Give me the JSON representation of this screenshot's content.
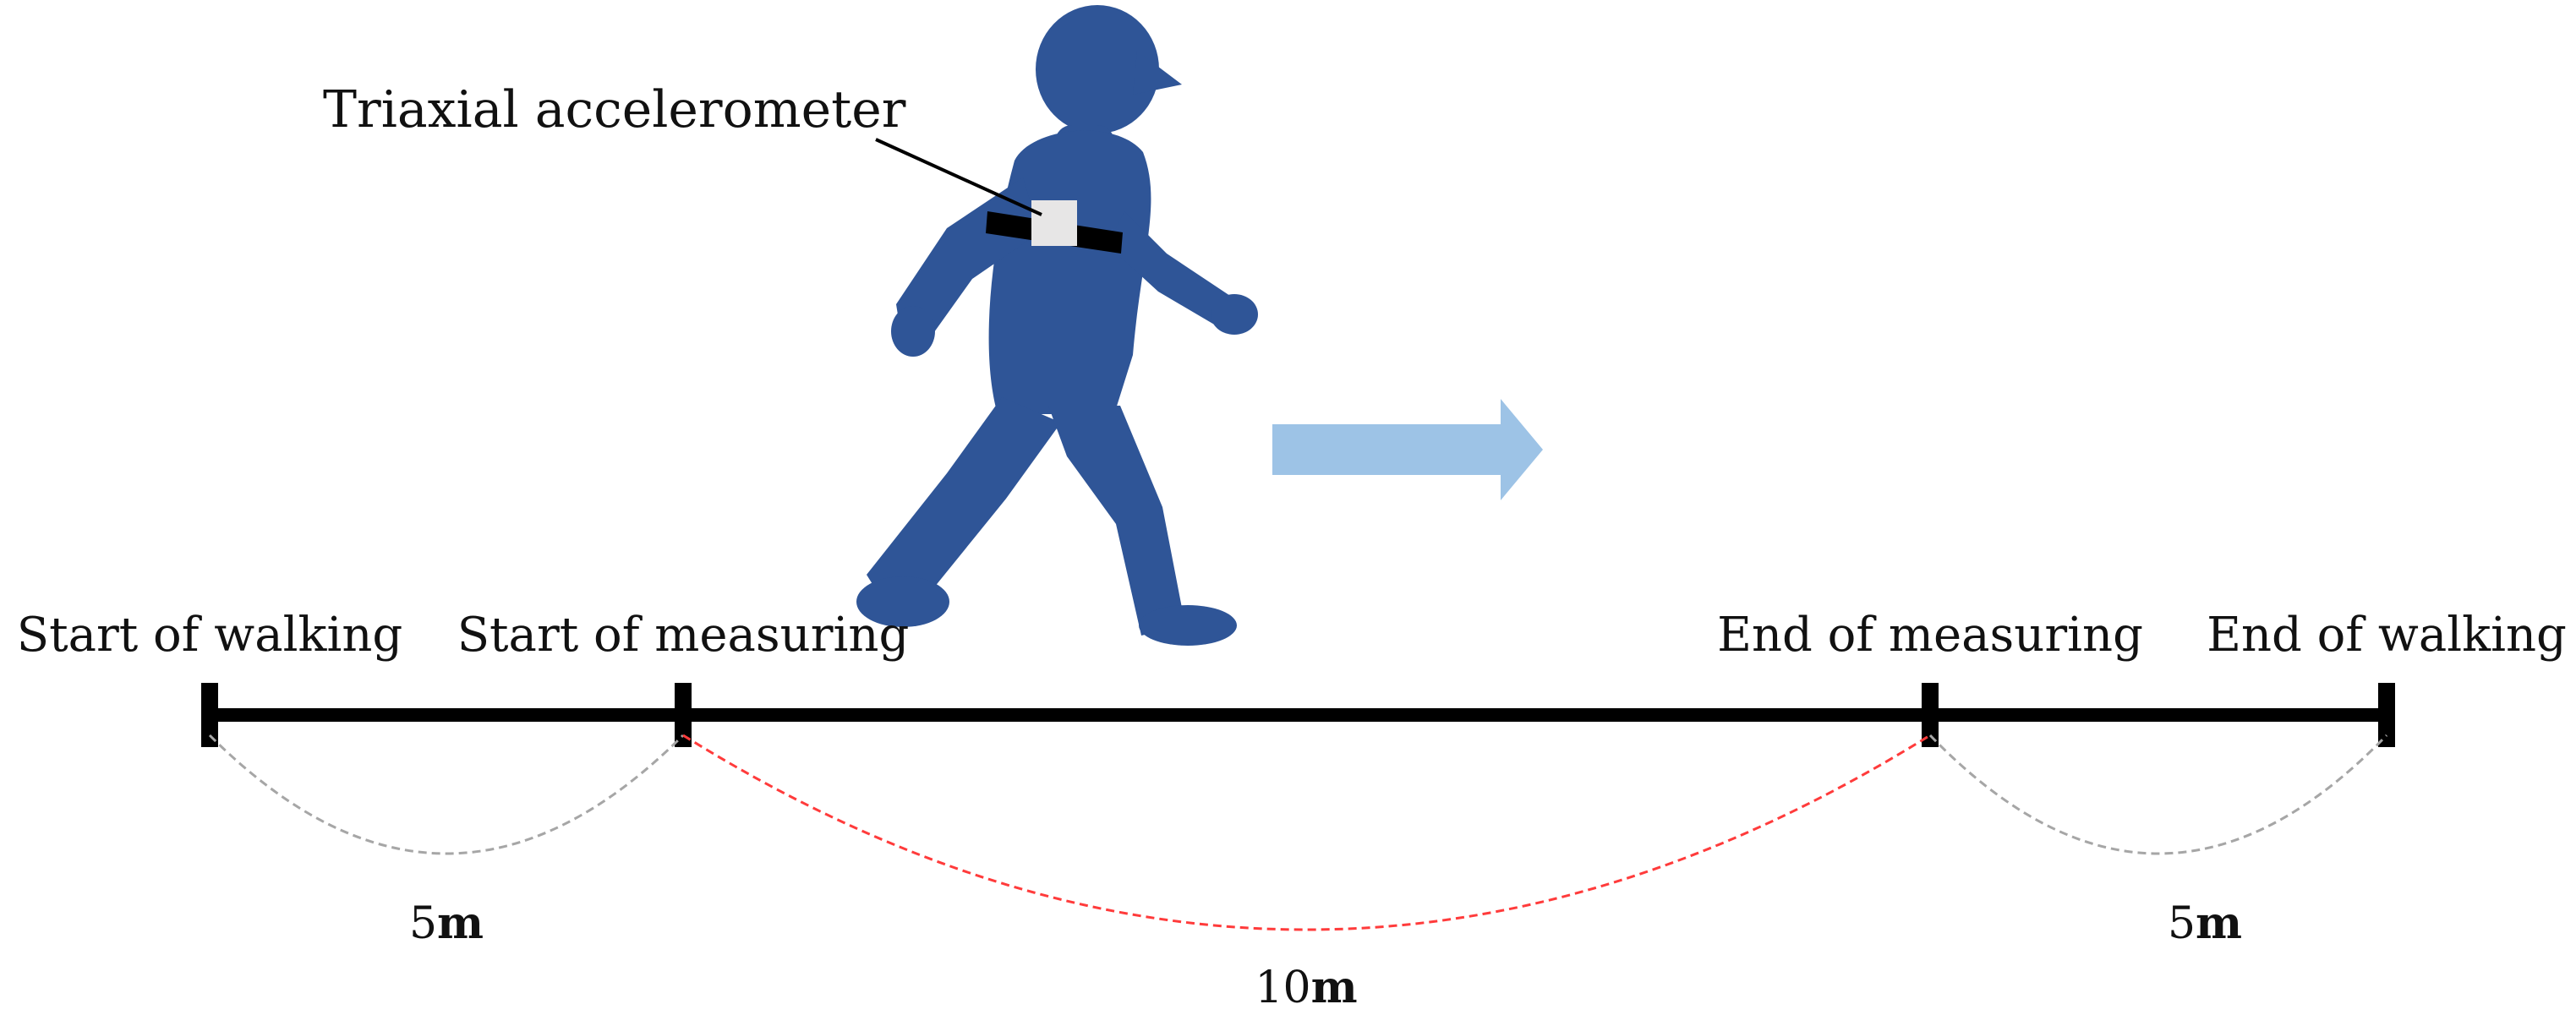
{
  "sensor_label": "Triaxial accelerometer",
  "points": [
    {
      "label": "Start of walking"
    },
    {
      "label": "Start of measuring"
    },
    {
      "label": "End of measuring"
    },
    {
      "label": "End of walking"
    }
  ],
  "segments": [
    {
      "num": "5",
      "unit": "m"
    },
    {
      "num": "10",
      "unit": "m"
    },
    {
      "num": "5",
      "unit": "m"
    }
  ],
  "colors": {
    "figure": "#2f5597",
    "arrow": "#9dc3e6",
    "track": "#000000",
    "walk_arc": "#a6a6a6",
    "measure_arc": "#ff3b3b",
    "sensor": "#e7e6e6"
  }
}
